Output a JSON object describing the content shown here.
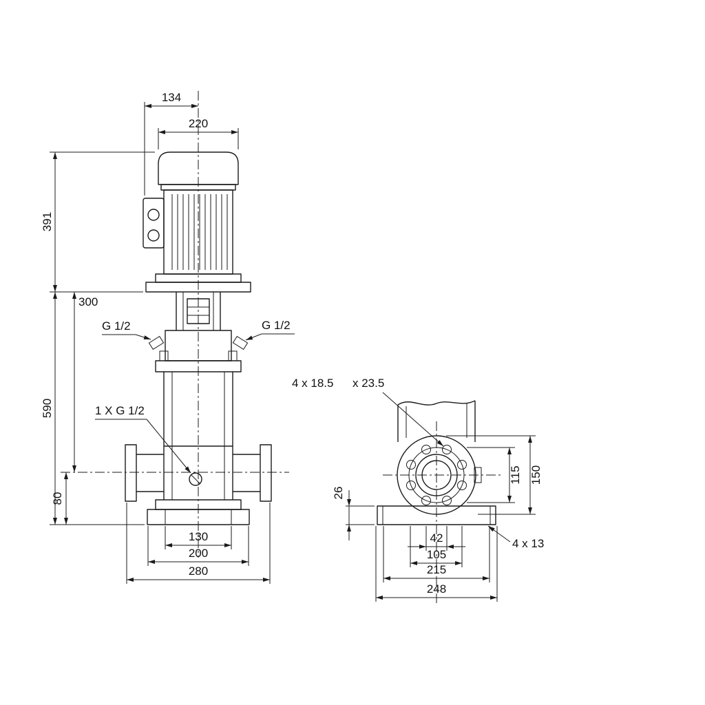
{
  "front_view": {
    "dim_134": "134",
    "dim_220": "220",
    "dim_391": "391",
    "dim_300": "300",
    "dim_590": "590",
    "dim_80": "80",
    "dim_130": "130",
    "dim_200": "200",
    "dim_280": "280",
    "port_left": "G 1/2",
    "port_right": "G 1/2",
    "drain_port": "1 X G 1/2"
  },
  "side_view": {
    "flange_holes_1": "4 x 18.5",
    "flange_holes_2": "x 23.5",
    "dim_26": "26",
    "dim_115": "115",
    "dim_150": "150",
    "dim_42": "42",
    "dim_105": "105",
    "dim_215": "215",
    "dim_248": "248",
    "base_holes": "4 x 13"
  },
  "colors": {
    "line": "#1a1a1a",
    "text": "#111111",
    "background": "#ffffff"
  }
}
